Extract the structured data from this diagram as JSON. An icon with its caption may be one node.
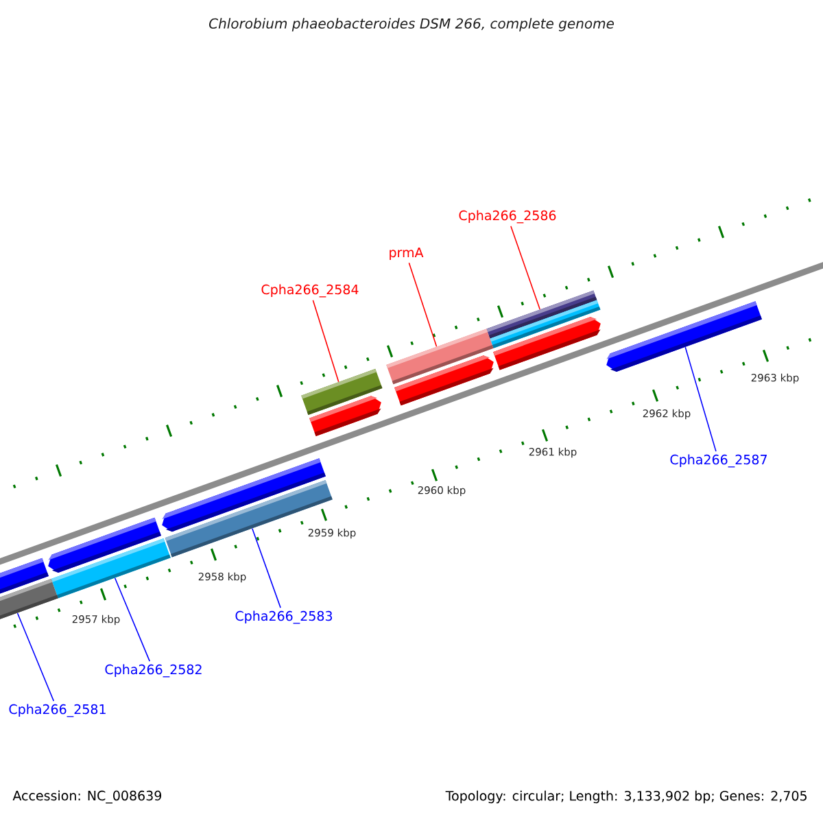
{
  "diagram": {
    "title": "Chlorobium phaeobacteroides DSM 266, complete genome",
    "nodes": [
      {
        "text": [
          "Cpha266_2586"
        ]
      },
      {
        "text": [
          "prmA"
        ]
      },
      {
        "text": [
          "Cpha266_2584"
        ]
      },
      {
        "text": [],
        "shape": "bar"
      },
      {
        "text": [],
        "shape": "bar"
      },
      {
        "text": [],
        "shape": "bar"
      },
      {
        "text": [],
        "shape": "bar"
      },
      {
        "text": [],
        "shape": "bar"
      },
      {
        "text": [],
        "shape": "bar"
      },
      {
        "text": [],
        "shape": "bar"
      },
      {
        "text": [],
        "shape": "bar"
      },
      {
        "text": [],
        "shape": "bar"
      },
      {
        "text": [],
        "shape": "bar"
      },
      {
        "text": [],
        "shape": "bar"
      },
      {
        "text": [],
        "shape": "bar"
      },
      {
        "text": [],
        "shape": "bar"
      },
      {
        "text": [],
        "shape": "bar"
      },
      {
        "text": [
          "Cpha266_2587"
        ]
      },
      {
        "text": [
          "Cpha266_2583"
        ]
      },
      {
        "text": [
          "Cpha266_2582"
        ]
      },
      {
        "text": [
          "Cpha266_2581"
        ]
      }
    ],
    "edges": [
      {
        "from": 0,
        "to": 3,
        "arrow": "none",
        "color": "#ff0000"
      },
      {
        "from": 1,
        "to": 5,
        "arrow": "none",
        "color": "#ff0000"
      },
      {
        "from": 2,
        "to": 6,
        "arrow": "none",
        "color": "#ff0000"
      },
      {
        "from": 17,
        "to": 10,
        "arrow": "none"
      },
      {
        "from": 18,
        "to": 14,
        "arrow": "none"
      },
      {
        "from": 19,
        "to": 15,
        "arrow": "none"
      },
      {
        "from": 20,
        "to": 16,
        "arrow": "none"
      }
    ],
    "labels": [
      "2963 kbp",
      "2962 kbp",
      "2961 kbp",
      "2960 kbp",
      "2959 kbp",
      "2958 kbp",
      "2957 kbp",
      "Accession: NC_008639",
      "Topology: circular; Length: 3,133,902 bp; Genes: 2,705"
    ]
  }
}
